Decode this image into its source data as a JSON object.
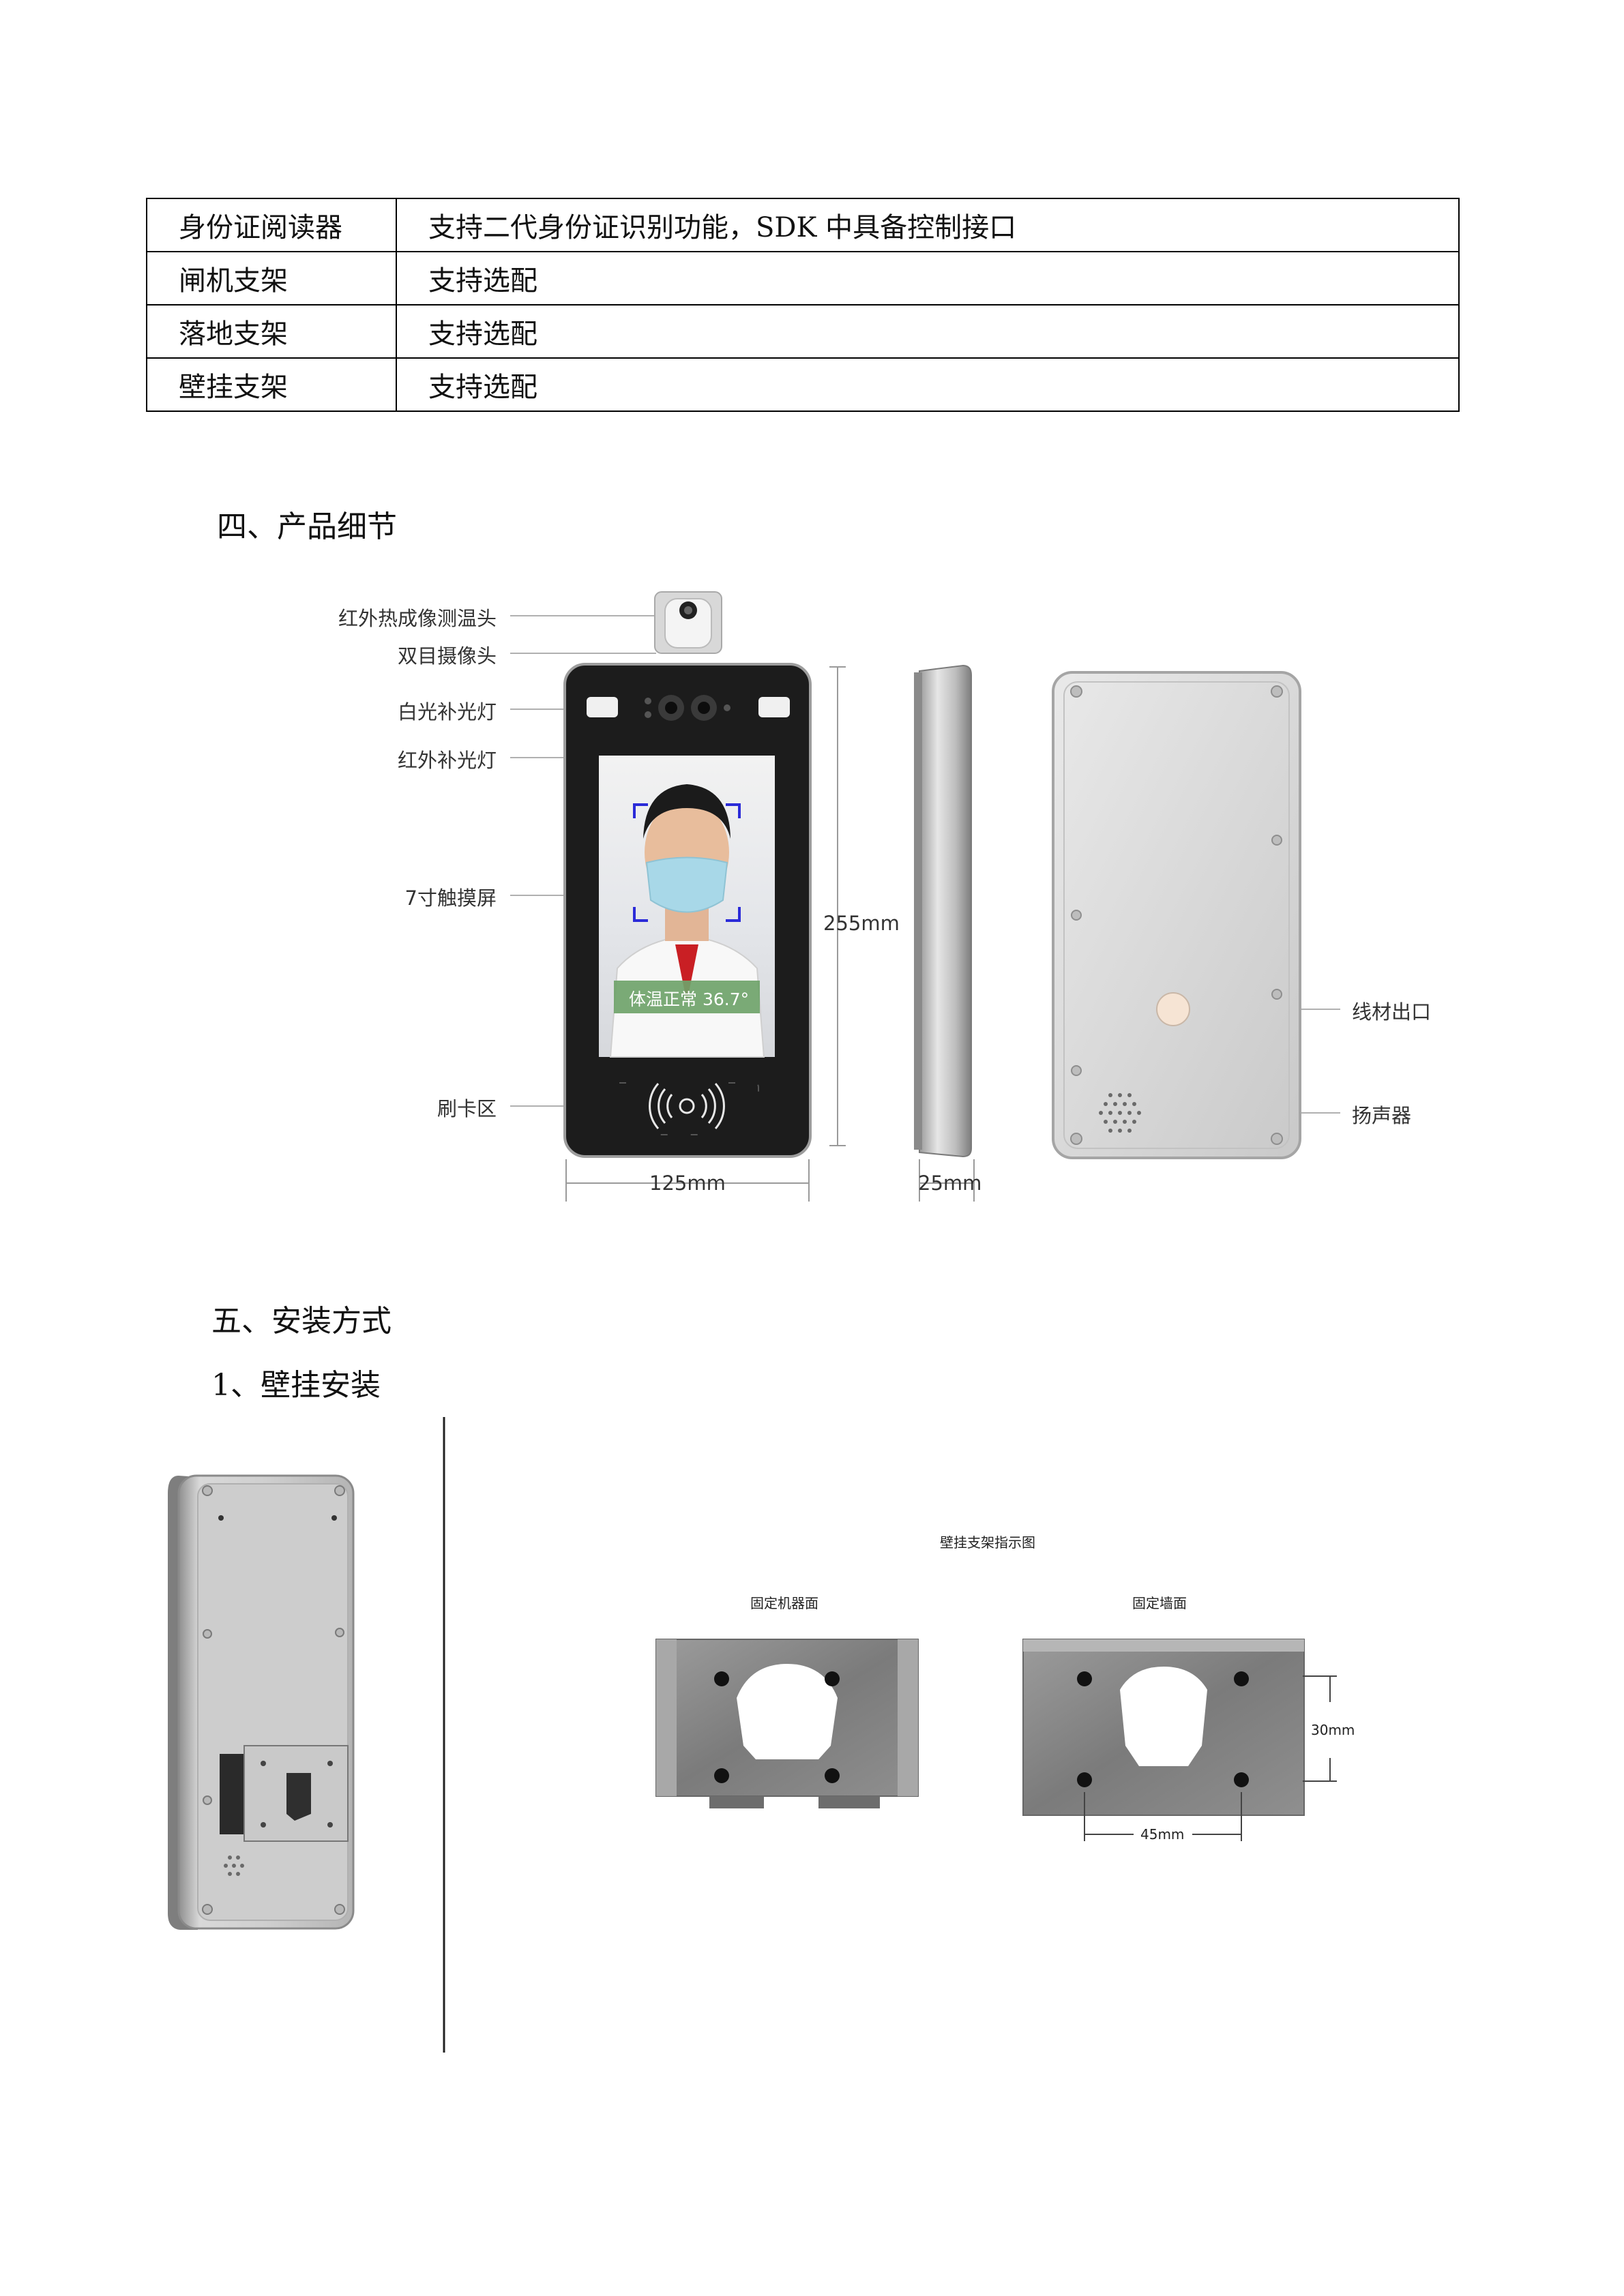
{
  "spec_table": {
    "rows": [
      {
        "name": "身份证阅读器",
        "value": "支持二代身份证识别功能，SDK 中具备控制接口"
      },
      {
        "name": "闸机支架",
        "value": "支持选配"
      },
      {
        "name": "落地支架",
        "value": "支持选配"
      },
      {
        "name": "壁挂支架",
        "value": "支持选配"
      }
    ]
  },
  "section4": {
    "title": "四、产品细节",
    "labels": {
      "thermal_camera": "红外热成像测温头",
      "binocular_camera": "双目摄像头",
      "white_light": "白光补光灯",
      "ir_light": "红外补光灯",
      "touchscreen": "7寸触摸屏",
      "card_area": "刷卡区",
      "cable_outlet": "线材出口",
      "speaker": "扬声器"
    },
    "dimensions": {
      "height": "255mm",
      "width": "125mm",
      "depth": "25mm"
    },
    "screen_badge": "体温正常  36.7°"
  },
  "section5": {
    "title": "五、安装方式",
    "subtitle": "1、壁挂安装",
    "bracket_diagram": {
      "title": "壁挂支架指示图",
      "left_caption": "固定机器面",
      "right_caption": "固定墙面",
      "dim_vertical": "30mm",
      "dim_horizontal": "45mm"
    }
  },
  "colors": {
    "device_frame": "#2a2a2a",
    "device_body": "#d4d4d4",
    "bracket_metal": "#8a8a8a",
    "badge_green": "#6fa36a",
    "face_frame_blue": "#2b2bd8"
  }
}
